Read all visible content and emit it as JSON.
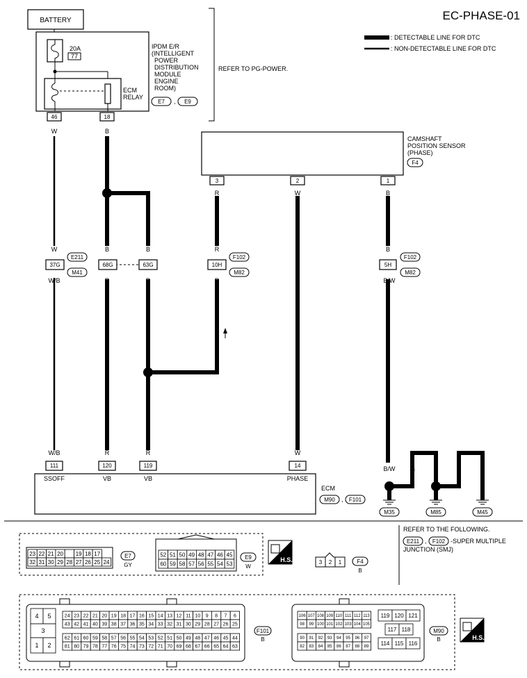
{
  "title": "EC-PHASE-01",
  "legend": {
    "detectable": ": DETECTABLE LINE FOR DTC",
    "non_detectable": ": NON-DETECTABLE LINE FOR DTC"
  },
  "battery": "BATTERY",
  "fuse": {
    "rating": "20A",
    "number": "77"
  },
  "ipdm": {
    "lines": [
      "IPDM E/R",
      "(INTELLIGENT",
      "POWER",
      "DISTRIBUTION",
      "MODULE",
      "ENGINE",
      "ROOM)"
    ],
    "relay_lines": [
      "ECM",
      "RELAY"
    ],
    "connectors": [
      "E7",
      "E9"
    ],
    "pins": [
      "46",
      "18"
    ]
  },
  "refer_pg": "REFER TO PG-POWER.",
  "camshaft": {
    "lines": [
      "CAMSHAFT",
      "POSITION SENSOR",
      "(PHASE)"
    ],
    "connector": "F4",
    "pins": [
      "3",
      "2",
      "1"
    ]
  },
  "wire_colors": {
    "w": "W",
    "b": "B",
    "r": "R",
    "wb": "W/B",
    "bw": "B/W"
  },
  "junction": {
    "pins": [
      "37G",
      "68G",
      "63G",
      "10H",
      "5H"
    ],
    "conn_left_top": "E211",
    "conn_left_bottom": "M41",
    "conn_mid_top": "F102",
    "conn_mid_bottom": "M82",
    "conn_right_top": "F102",
    "conn_right_bottom": "M82"
  },
  "ecm": {
    "label": "ECM",
    "connectors": [
      "M90",
      "F101"
    ],
    "pins": [
      "111",
      "120",
      "119",
      "14"
    ],
    "pin_labels": [
      "SSOFF",
      "VB",
      "VB",
      "PHASE"
    ]
  },
  "grounds": [
    "M35",
    "M85",
    "M45"
  ],
  "refer_following": {
    "line1": "REFER TO THE FOLLOWING.",
    "conns": [
      "E211",
      "F102"
    ],
    "line2": "-SUPER MULTIPLE",
    "line3": "JUNCTION (SMJ)"
  },
  "connector_views": {
    "e7": {
      "label": "E7",
      "color": "GY",
      "row1": [
        "23",
        "22",
        "21",
        "20",
        "",
        "19",
        "18",
        "17"
      ],
      "row2": [
        "32",
        "31",
        "30",
        "29",
        "28",
        "27",
        "26",
        "25",
        "24"
      ]
    },
    "e9": {
      "label": "E9",
      "color": "W",
      "row1": [
        "52",
        "51",
        "50",
        "49",
        "48",
        "47",
        "46",
        "45"
      ],
      "row2": [
        "60",
        "59",
        "58",
        "57",
        "56",
        "55",
        "54",
        "53"
      ]
    },
    "f4": {
      "label": "F4",
      "color": "B",
      "pins": [
        "3",
        "2",
        "1"
      ]
    },
    "hs": "H.S.",
    "f101": {
      "label": "F101",
      "color": "B",
      "side": [
        "4",
        "5",
        "3",
        "1",
        "2"
      ],
      "row1": [
        "24",
        "23",
        "22",
        "21",
        "20",
        "19",
        "18",
        "17",
        "16",
        "15",
        "14",
        "13",
        "12",
        "11",
        "10",
        "9",
        "8",
        "7",
        "6"
      ],
      "row2": [
        "43",
        "42",
        "41",
        "40",
        "39",
        "38",
        "37",
        "36",
        "35",
        "34",
        "33",
        "32",
        "31",
        "30",
        "29",
        "28",
        "27",
        "26",
        "25"
      ],
      "row3": [
        "62",
        "61",
        "60",
        "59",
        "58",
        "57",
        "56",
        "55",
        "54",
        "53",
        "52",
        "51",
        "50",
        "49",
        "48",
        "47",
        "46",
        "45",
        "44"
      ],
      "row4": [
        "81",
        "80",
        "79",
        "78",
        "77",
        "76",
        "75",
        "74",
        "73",
        "72",
        "71",
        "70",
        "69",
        "68",
        "67",
        "66",
        "65",
        "64",
        "63"
      ]
    },
    "m90": {
      "label": "M90",
      "color": "B",
      "row1": [
        "106",
        "107",
        "108",
        "109",
        "110",
        "111",
        "112",
        "113"
      ],
      "row2": [
        "98",
        "99",
        "100",
        "101",
        "102",
        "103",
        "104",
        "105"
      ],
      "row3": [
        "90",
        "91",
        "92",
        "93",
        "94",
        "95",
        "96",
        "97"
      ],
      "row4": [
        "82",
        "83",
        "84",
        "85",
        "86",
        "87",
        "88",
        "89"
      ],
      "right_top": [
        "119",
        "120",
        "121"
      ],
      "right_mid": [
        "117",
        "118"
      ],
      "right_bot": [
        "114",
        "115",
        "116"
      ]
    }
  }
}
